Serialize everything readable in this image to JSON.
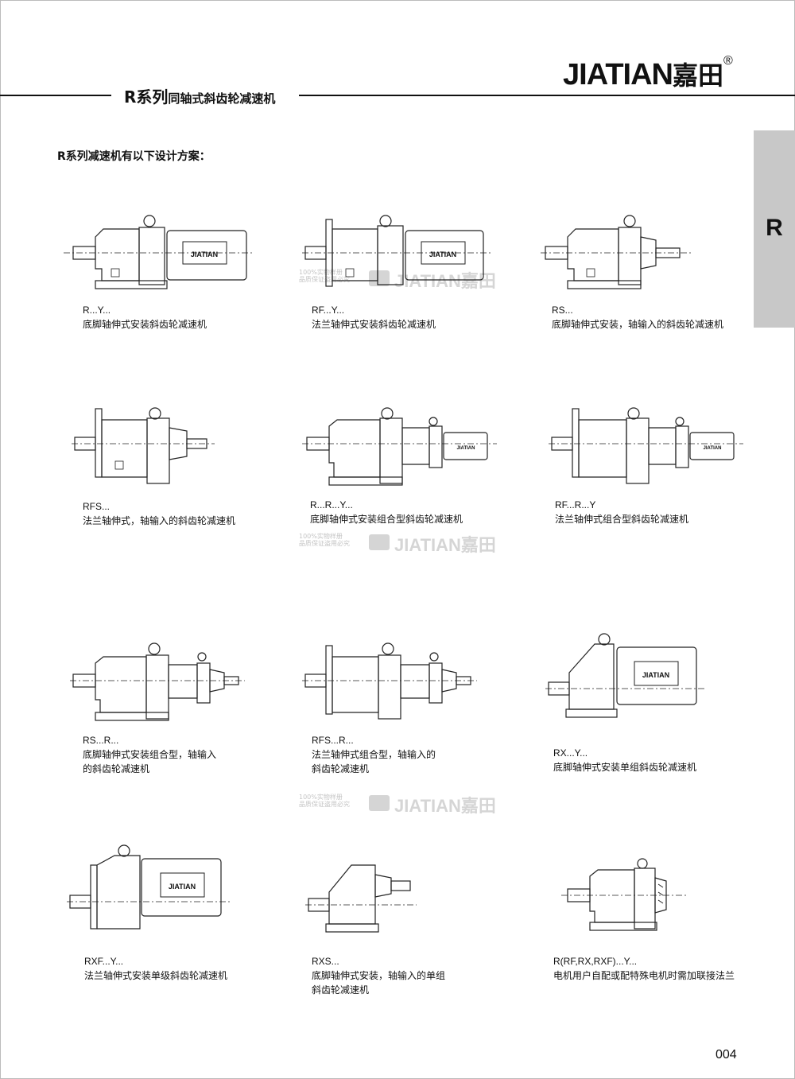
{
  "header": {
    "brand_latin": "JIATIAN",
    "brand_cn": "嘉田",
    "brand_mark": "®",
    "series_prefix": "R系列",
    "series_suffix": "同轴式斜齿轮减速机"
  },
  "intro": "R系列减速机有以下设计方案：",
  "side_tab": "R",
  "motor_label": "JIATIAN",
  "watermark": {
    "line1": "100%实物样册",
    "line2": "品质保证盗用必究",
    "text": "JIATIAN嘉田"
  },
  "items": [
    {
      "code": "R...Y...",
      "desc": [
        "底脚轴伸式安装斜齿轮减速机"
      ]
    },
    {
      "code": "RF...Y...",
      "desc": [
        "法兰轴伸式安装斜齿轮减速机"
      ]
    },
    {
      "code": "RS...",
      "desc": [
        "底脚轴伸式安装，轴输入的斜齿轮减速机"
      ]
    },
    {
      "code": "RFS...",
      "desc": [
        "法兰轴伸式，轴输入的斜齿轮减速机"
      ]
    },
    {
      "code": "R...R...Y...",
      "desc": [
        "底脚轴伸式安装组合型斜齿轮减速机"
      ]
    },
    {
      "code": "RF...R...Y",
      "desc": [
        "法兰轴伸式组合型斜齿轮减速机"
      ]
    },
    {
      "code": "RS...R...",
      "desc": [
        "底脚轴伸式安装组合型，轴输入",
        "的斜齿轮减速机"
      ]
    },
    {
      "code": "RFS...R...",
      "desc": [
        "法兰轴伸式组合型，轴输入的",
        "斜齿轮减速机"
      ]
    },
    {
      "code": "RX...Y...",
      "desc": [
        "底脚轴伸式安装单组斜齿轮减速机"
      ]
    },
    {
      "code": "RXF...Y...",
      "desc": [
        "法兰轴伸式安装单级斜齿轮减速机"
      ]
    },
    {
      "code": "RXS...",
      "desc": [
        "底脚轴伸式安装，轴输入的单组",
        "斜齿轮减速机"
      ]
    },
    {
      "code": "R(RF,RX,RXF)...Y...",
      "desc": [
        "电机用户自配或配特殊电机时需加联接法兰"
      ]
    }
  ],
  "page_number": "004"
}
